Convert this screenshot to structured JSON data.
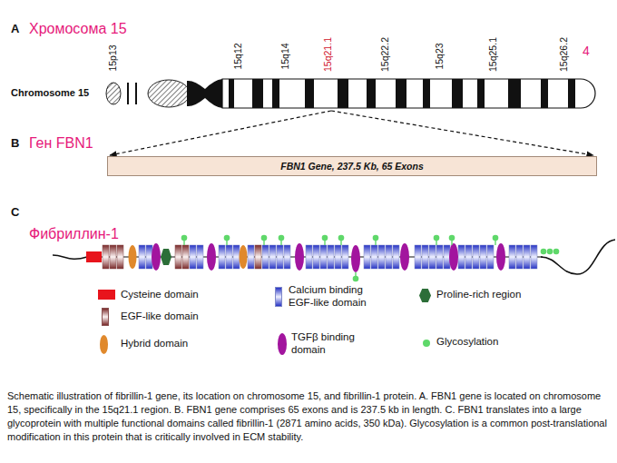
{
  "diagram": {
    "caption": "Schematic illustration of fibrillin-1 gene, its location on chromosome 15, and fibrillin-1 protein. A. FBN1 gene is located on chromosome 15, specifically in the 15q21.1 region. B. FBN1 gene comprises 65 exons and is 237.5 kb in length. C. FBN1 translates into a large glycoprotein with multiple functional domains called fibrillin-1 (2871 amino acids, 350 kDa). Glycosylation is a common post-translational modification in this protein that is critically involved in ECM stability.",
    "nodes": [
      {
        "text": [
          "FBN1 Gene, 237.5 Kb, 65 Exons"
        ]
      }
    ],
    "labels": [
      "A",
      "Хромосома 15",
      "4",
      "15p13",
      "15q12",
      "15q14",
      "15q21.1",
      "15q22.2",
      "15q23",
      "15q25.1",
      "15q26.2",
      "Chromosome 15",
      "B",
      "Ген FBN1",
      "C",
      "Фибриллин-1"
    ],
    "legend": [
      {
        "text": "Cysteine domain",
        "color": "#e8141c"
      },
      {
        "text": "Calcium binding EGF-like domain"
      },
      {
        "text": "Proline-rich region",
        "color": "#2c6e38"
      },
      {
        "text": "EGF-like domain"
      },
      {
        "text": "Hybrid domain",
        "color": "#e0892c"
      },
      {
        "text": "TGFβ binding domain",
        "color": "#a2159e"
      },
      {
        "text": "Glycosylation",
        "color": "#5fd86a"
      }
    ]
  }
}
